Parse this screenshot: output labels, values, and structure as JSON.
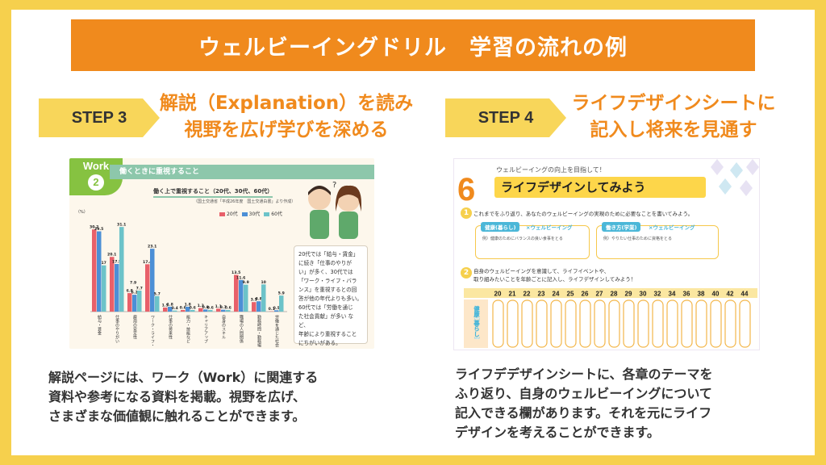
{
  "page": {
    "title": "ウェルビーイングドリル　学習の流れの例"
  },
  "steps": [
    {
      "label": "STEP 3",
      "heading_line1": "解説（Explanation）を読み",
      "heading_line2": "視野を広げ学びを深める",
      "desc_lines": [
        "解説ページには、ワーク（Work）に関連する",
        "資料や参考になる資料を掲載。視野を広げ、",
        "さまざまな価値観に触れることができます。"
      ]
    },
    {
      "label": "STEP 4",
      "heading_line1": "ライフデザインシートに",
      "heading_line2": "記入し将来を見通す",
      "desc_lines": [
        "ライフデデザインシートに、各章のテーマを",
        "ふり返り、自身のウェルビーイングについて",
        "記入できる欄があります。それを元にライフ",
        "デザインを考えることができます。"
      ]
    }
  ],
  "work_sheet": {
    "badge": "Work",
    "badge_num": "2",
    "band": "働くときに重視すること",
    "chart_title": "働く上で重視すること（20代、30代、60代）",
    "source": "（国土交通省「平成26年度　国土交通白書」より作成）",
    "callout_lines": [
      "20代では「給与・賃金」",
      "に続き「仕事のやりが",
      "い」が多く、30代では",
      "「ワーク・ライフ・バラ",
      "ンス」を重視するとの回",
      "答が他の年代よりも多い。",
      "60代では「労働を通じ",
      "た社会貢献」が多い など、",
      "年齢により重視すること",
      "にちがいがある。"
    ]
  },
  "chart_data": {
    "type": "bar",
    "title": "働く上で重視すること（20代、30代、60代）",
    "ylabel": "（%）",
    "ylim": [
      0,
      35
    ],
    "categories": [
      "給与・賃金",
      "仕事のやりがい",
      "雇用の安定性",
      "ワーク・ライフ・バランス",
      "仕事の将来性",
      "能力・技能など",
      "キャリアアップ",
      "自身のスキル",
      "職場の人間関係",
      "勤務時間・勤務場所",
      "労働を通じた社会貢献"
    ],
    "series": [
      {
        "name": "20代",
        "color": "#e8606a",
        "values": [
          30.2,
          20.1,
          6.8,
          17.4,
          1.5,
          0.6,
          1.3,
          1.1,
          13.5,
          3.5,
          0.1
        ]
      },
      {
        "name": "30代",
        "color": "#4c8fd6",
        "values": [
          29.5,
          17.5,
          6.2,
          23.1,
          1.8,
          1.8,
          0.8,
          0.7,
          11.6,
          3.8,
          0.5
        ]
      },
      {
        "name": "60代",
        "color": "#6cc3c9",
        "values": [
          17.0,
          31.1,
          7.7,
          5.7,
          0.4,
          0.6,
          0.6,
          0.6,
          9.9,
          10.0,
          5.9
        ]
      }
    ],
    "extra_labels": [
      "7.9"
    ]
  },
  "life_sheet": {
    "number": "6",
    "subtitle": "ウェルビーイングの向上を目指して！",
    "title": "ライフデザインしてみよう",
    "q1_num": "1",
    "q1": "これまでをふり返り、あなたのウェルビーイングの実現のために必要なことを書いてみよう。",
    "box1_tag": "健康(暮らし)",
    "box1_suffix": "×ウェルビーイング",
    "box1_small": "例）健康のためにバランスの良い食事をとる",
    "box2_tag": "働き方(学業)",
    "box2_suffix": "×ウェルビーイング",
    "box2_small": "例）やりたい仕事のために資格をとる",
    "q2_num": "2",
    "q2_line1": "自身のウェルビーイングを意識して、ライフイベントや、",
    "q2_line2": "取り組みたいことを年齢ごとに記入し、ライフデザインしてみよう！",
    "ages": [
      "20",
      "21",
      "22",
      "23",
      "24",
      "25",
      "26",
      "27",
      "28",
      "29",
      "30",
      "32",
      "34",
      "36",
      "38",
      "40",
      "42",
      "44"
    ],
    "row_label": "健康(暮らし)"
  }
}
